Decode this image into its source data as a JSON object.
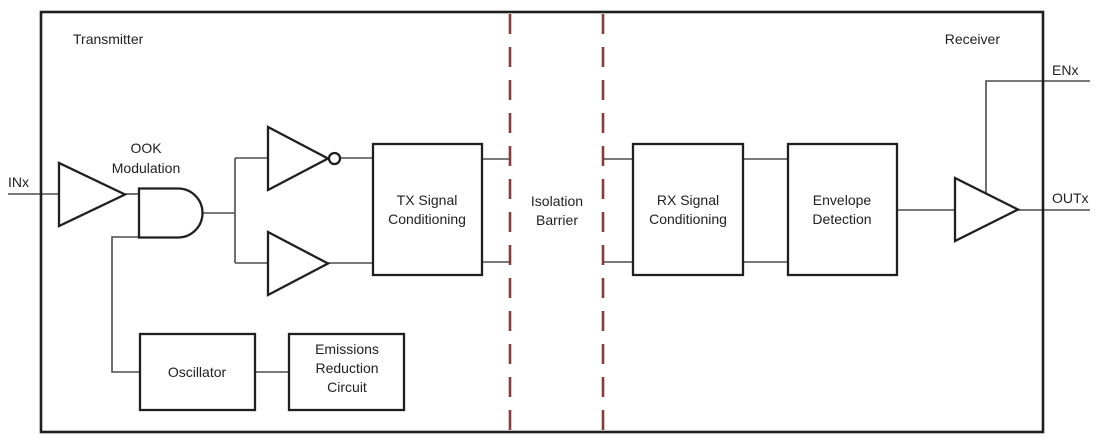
{
  "diagram": {
    "sections": {
      "transmitter_label": "Transmitter",
      "receiver_label": "Receiver"
    },
    "pins": {
      "input_label": "INx",
      "enable_label": "ENx",
      "output_label": "OUTx"
    },
    "labels": {
      "ook_modulation": {
        "line1": "OOK",
        "line2": "Modulation"
      },
      "isolation_barrier": {
        "line1": "Isolation",
        "line2": "Barrier"
      }
    },
    "blocks": {
      "tx_signal_conditioning": {
        "line1": "TX Signal",
        "line2": "Conditioning"
      },
      "rx_signal_conditioning": {
        "line1": "RX Signal",
        "line2": "Conditioning"
      },
      "envelope_detection": {
        "line1": "Envelope",
        "line2": "Detection"
      },
      "oscillator": {
        "line1": "Oscillator"
      },
      "emissions_reduction_circuit": {
        "line1": "Emissions",
        "line2": "Reduction",
        "line3": "Circuit"
      }
    },
    "colors": {
      "line": "#1f1f1f",
      "wire": "#4d4d4d",
      "isolation_barrier_dash": "#8b3a3a",
      "background": "#ffffff",
      "text": "#1f1f1f"
    }
  }
}
